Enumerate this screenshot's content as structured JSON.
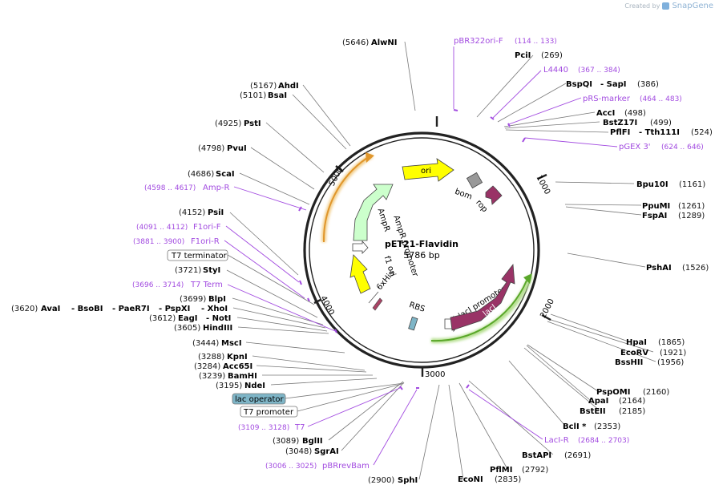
{
  "watermark": {
    "prefix": "Created by",
    "brand": "SnapGene"
  },
  "plasmid": {
    "name": "pET21-Flavidin",
    "length": "5786 bp"
  },
  "ticks": [
    "1000",
    "2000",
    "3000",
    "4000",
    "5000"
  ],
  "features": {
    "ori": "ori",
    "bom": "bom",
    "rop": "rop",
    "ampr": "AmpR",
    "ampr_promoter": "AmpR promoter",
    "f1_ori": "f1 ori",
    "his": "6xHis",
    "rbs": "RBS",
    "laci_promoter": "lacI promoter",
    "laci": "lacI"
  },
  "box_labels": {
    "t7_terminator": "T7 terminator",
    "lac_operator": "lac operator",
    "t7_promoter": "T7 promoter"
  },
  "sites": {
    "alwni": {
      "name": "AlwNI",
      "pos": "(5646)"
    },
    "ahdi": {
      "name": "AhdI",
      "pos": "(5167)"
    },
    "bsai": {
      "name": "BsaI",
      "pos": "(5101)"
    },
    "psti": {
      "name": "PstI",
      "pos": "(4925)"
    },
    "pvui": {
      "name": "PvuI",
      "pos": "(4798)"
    },
    "scai": {
      "name": "ScaI",
      "pos": "(4686)"
    },
    "psii": {
      "name": "PsiI",
      "pos": "(4152)"
    },
    "styi": {
      "name": "StyI",
      "pos": "(3721)"
    },
    "blpi": {
      "name": "BlpI",
      "pos": "(3699)"
    },
    "ava_group": {
      "pos": "(3620)",
      "names": [
        "AvaI",
        "- BsoBI",
        "- PaeR7I",
        "- PspXI",
        "- XhoI"
      ]
    },
    "eagi": {
      "name": "EagI",
      "name2": "- NotI",
      "pos": "(3612)"
    },
    "hindiii": {
      "name": "HindIII",
      "pos": "(3605)"
    },
    "msci": {
      "name": "MscI",
      "pos": "(3444)"
    },
    "kpni": {
      "name": "KpnI",
      "pos": "(3288)"
    },
    "acc65i": {
      "name": "Acc65I",
      "pos": "(3284)"
    },
    "bamhi": {
      "name": "BamHI",
      "pos": "(3239)"
    },
    "ndei": {
      "name": "NdeI",
      "pos": "(3195)"
    },
    "bglii": {
      "name": "BglII",
      "pos": "(3089)"
    },
    "sgrai": {
      "name": "SgrAI",
      "pos": "(3048)"
    },
    "sphi": {
      "name": "SphI",
      "pos": "(2900)"
    },
    "econi": {
      "name": "EcoNI",
      "pos": "(2835)"
    },
    "pflmi": {
      "name": "PflMI",
      "pos": "(2792)"
    },
    "bstapi": {
      "name": "BstAPI",
      "pos": "(2691)"
    },
    "bcli": {
      "name": "BclI *",
      "pos": "(2353)"
    },
    "bsteii": {
      "name": "BstEII",
      "pos": "(2185)"
    },
    "apai": {
      "name": "ApaI",
      "pos": "(2164)"
    },
    "pspomi": {
      "name": "PspOMI",
      "pos": "(2160)"
    },
    "psshii": {
      "name": "BssHII",
      "pos": "(1956)"
    },
    "ecorv": {
      "name": "EcoRV",
      "pos": "(1921)"
    },
    "hpai": {
      "name": "HpaI",
      "pos": "(1865)"
    },
    "pshai": {
      "name": "PshAI",
      "pos": "(1526)"
    },
    "fspai": {
      "name": "FspAI",
      "pos": "(1289)"
    },
    "ppumi": {
      "name": "PpuMI",
      "pos": "(1261)"
    },
    "bpu10i": {
      "name": "Bpu10I",
      "pos": "(1161)"
    },
    "pflfi": {
      "name": "PflFI",
      "name2": "- Tth111I",
      "pos": "(524)"
    },
    "bstz17i": {
      "name": "BstZ17I",
      "pos": "(499)"
    },
    "acci": {
      "name": "AccI",
      "pos": "(498)"
    },
    "bspqi": {
      "name": "BspQI",
      "name2": "- SapI",
      "pos": "(386)"
    },
    "pcii": {
      "name": "PciI",
      "pos": "(269)"
    }
  },
  "primers": {
    "pbr322ori_f": {
      "name": "pBR322ori-F",
      "pos": "(114 .. 133)"
    },
    "l4440": {
      "name": "L4440",
      "pos": "(367 .. 384)"
    },
    "prs_marker": {
      "name": "pRS-marker",
      "pos": "(464 .. 483)"
    },
    "pgex3": {
      "name": "pGEX 3'",
      "pos": "(624 .. 646)"
    },
    "amp_r": {
      "name": "Amp-R",
      "pos": "(4598 .. 4617)"
    },
    "f1ori_f": {
      "name": "F1ori-F",
      "pos": "(4091 .. 4112)"
    },
    "f1ori_r": {
      "name": "F1ori-R",
      "pos": "(3881 .. 3900)"
    },
    "t7_term": {
      "name": "T7 Term",
      "pos": "(3696 .. 3714)"
    },
    "t7": {
      "name": "T7",
      "pos": "(3109 .. 3128)"
    },
    "pbrrevbam": {
      "name": "pBRrevBam",
      "pos": "(3006 .. 3025)"
    },
    "laci_r": {
      "name": "LacI-R",
      "pos": "(2684 .. 2703)"
    }
  },
  "colors": {
    "backbone": "#222222",
    "primer": "#a24be0",
    "ori": "#ffff00",
    "ampr": "#ccffcc",
    "laci": "#993366",
    "f1_ori": "#ffff00",
    "rop": "#993366",
    "bom": "#999999",
    "lac_operator_box": "#7eb5c7",
    "orange_arc": "#e6a23c",
    "green_arc": "#66b032"
  }
}
